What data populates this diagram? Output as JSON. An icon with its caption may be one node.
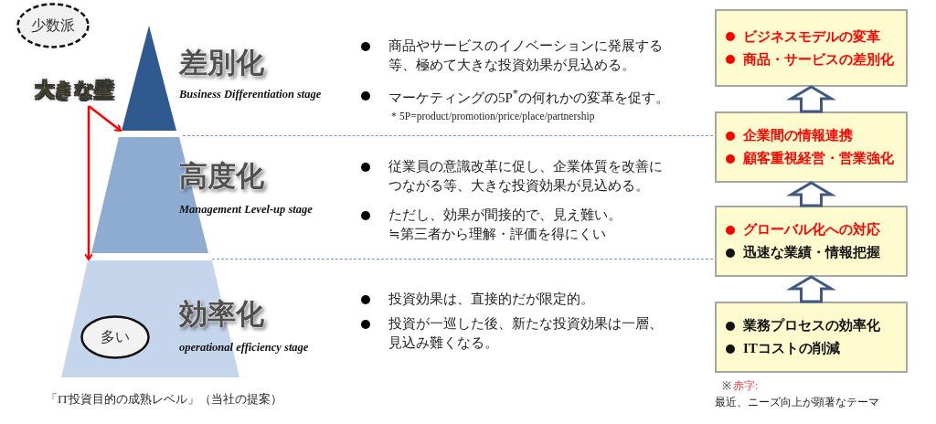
{
  "diagram": {
    "caption": "「IT投資目的の成熟レベル」（当社の提案）",
    "nodes": [
      {
        "text": [
          "少数派"
        ]
      },
      {
        "text": [
          "差別化",
          "Business Differentiation stage"
        ]
      },
      {
        "text": [
          "高度化",
          "Management Level-up stage"
        ]
      },
      {
        "text": [
          "効率化",
          "operational efficiency stage"
        ]
      },
      {
        "text": [
          "多い"
        ],
        "in": 3
      },
      {
        "text": [
          "大きな壁"
        ]
      },
      {
        "text": [
          "ビジネスモデルの変革",
          "商品・サービスの差別化"
        ]
      },
      {
        "text": [
          "企業間の情報連携",
          "顧客重視経営・営業強化"
        ]
      },
      {
        "text": [
          "グローバル化への対応",
          "迅速な業績・情報把握"
        ]
      },
      {
        "text": [
          "業務プロセスの効率化",
          "ITコストの削減"
        ]
      }
    ],
    "edges": [
      {
        "from": 5,
        "to": 1,
        "arrow": "to",
        "color": "#ff0000"
      },
      {
        "from": 5,
        "to": 3,
        "arrow": "to",
        "color": "#ff0000"
      },
      {
        "from": 9,
        "to": 8,
        "arrow": "to",
        "style": "thick"
      },
      {
        "from": 8,
        "to": 7,
        "arrow": "to",
        "style": "thick"
      },
      {
        "from": 7,
        "to": 6,
        "arrow": "to",
        "style": "thick"
      }
    ],
    "labels": [
      "商品やサービスのイノベーションに発展する等、極めて大きな投資効果が見込める。",
      "マーケティングの5P$^{*}$の何れかの変革を促す。",
      "＊5P=product/promotion/price/place/partnership",
      "従業員の意識改革に促し、企業体質を改善につながる等、大きな投資効果が見込める。",
      "ただし、効果が間接的で、見え難い。",
      "≒第三者から理解・評価を得にくい",
      "投資効果は、直接的だが限定的。",
      "投資が一巡した後、新たな投資効果は一層、見込み難くなる。",
      "※",
      "赤字:",
      "最近、ニーズ向上が顕著なテーマ"
    ]
  }
}
